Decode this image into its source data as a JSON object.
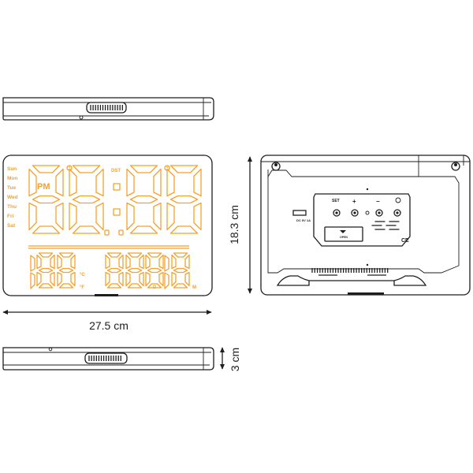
{
  "front": {
    "weekdays": [
      "Sun",
      "Mon",
      "Tue",
      "Wed",
      "Thu",
      "Fri",
      "Sat"
    ],
    "pm_label": "PM",
    "dst_label": "DST",
    "celsius_unit": "°C",
    "fahrenheit_unit": "°F",
    "day_label": "D",
    "month_label": "M"
  },
  "back": {
    "set_label": "SET",
    "plus_label": "+",
    "minus_label": "−",
    "power_label": "DC 5V 1A",
    "battery_label": "OPEN",
    "ce_label": "CE"
  },
  "dimensions": {
    "width": "27.5 cm",
    "height": "18.3 cm",
    "depth": "3 cm"
  },
  "colors": {
    "display": "#f4a12e",
    "outline": "#1e1e1e"
  }
}
